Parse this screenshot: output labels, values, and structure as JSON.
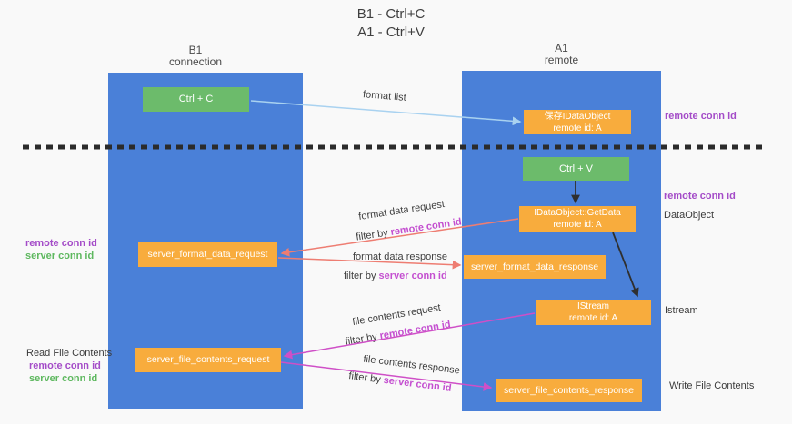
{
  "title": {
    "line1": "B1 - Ctrl+C",
    "line2": "A1 - Ctrl+V"
  },
  "columns": {
    "left": {
      "title": "B1",
      "subtitle": "connection"
    },
    "right": {
      "title": "A1",
      "subtitle": "remote"
    }
  },
  "nodes": {
    "ctrl_c": {
      "label": "Ctrl + C"
    },
    "ctrl_v": {
      "label": "Ctrl + V"
    },
    "store_idataobject": {
      "line1": "保存IDataObject",
      "line2": "remote id: A"
    },
    "idataobject_getdata": {
      "line1": "IDataObject::GetData",
      "line2": "remote id: A"
    },
    "istream": {
      "line1": "IStream",
      "line2": "remote id: A"
    },
    "server_format_data_request": {
      "label": "server_format_data_request"
    },
    "server_format_data_response": {
      "label": "server_format_data_response"
    },
    "server_file_contents_request": {
      "label": "server_file_contents_request"
    },
    "server_file_contents_response": {
      "label": "server_file_contents_response"
    }
  },
  "edge_labels": {
    "format_list": "format list",
    "format_data_request": "format data request",
    "format_data_request_filter_prefix": "filter by ",
    "format_data_request_filter_key": "remote conn id",
    "format_data_response": "format data response",
    "format_data_response_filter_prefix": "filter by ",
    "format_data_response_filter_key": "server conn id",
    "file_contents_request": "file contents request",
    "file_contents_request_filter_prefix": "filter by ",
    "file_contents_request_filter_key": "remote conn id",
    "file_contents_response": "file contents response",
    "file_contents_response_filter_prefix": "filter by ",
    "file_contents_response_filter_key": "server conn id"
  },
  "side_labels": {
    "right_top_remote_conn_id": "remote conn id",
    "right_mid_remote_conn_id": "remote conn id",
    "dataobject": "DataObject",
    "istream": "Istream",
    "write_file_contents": "Write File Contents",
    "left_remote_conn_id": "remote conn id",
    "left_server_conn_id": "server conn id",
    "read_file_contents": "Read File Contents",
    "left_remote_conn_id_2": "remote conn id",
    "left_server_conn_id_2": "server conn id"
  },
  "colors": {
    "lifeline_blue": "#4a80d8",
    "node_green": "#6cbb6b",
    "node_orange": "#f8ac3d",
    "label_purple": "#a44cc8",
    "label_green": "#5eb85f",
    "filter_magenta": "#c44fd0",
    "arrow_blue": "#a9d2f0",
    "arrow_salmon": "#ee7d72",
    "arrow_magenta": "#cf4fc7",
    "arrow_black": "#2f2f2f"
  }
}
